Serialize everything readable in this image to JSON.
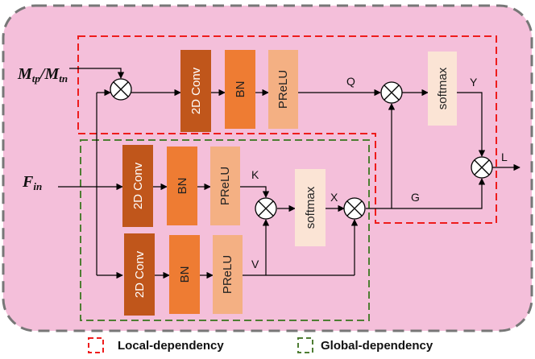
{
  "colors": {
    "background_panel": "#f4bfda",
    "panel_border": "#777777",
    "local_box": "#ee1c1c",
    "global_box": "#4e7d33",
    "conv": "#c0561b",
    "bn": "#ee7c33",
    "prelu": "#f4b083",
    "softmax": "#fbe4d5"
  },
  "inputs": {
    "mask": {
      "base1": "M",
      "sub1": "tp",
      "sep": "/",
      "base2": "M",
      "sub2": "tn"
    },
    "feature": {
      "base": "F",
      "sub": "in"
    }
  },
  "blocks": {
    "conv_label": "2D Conv",
    "bn_label": "BN",
    "prelu_label": "PReLU",
    "softmax_label": "softmax"
  },
  "signals": {
    "q": "Q",
    "y": "Y",
    "k": "K",
    "x": "X",
    "v": "V",
    "g": "G",
    "l": "L"
  },
  "legend": {
    "local": "Local-dependency",
    "global": "Global-dependency"
  }
}
